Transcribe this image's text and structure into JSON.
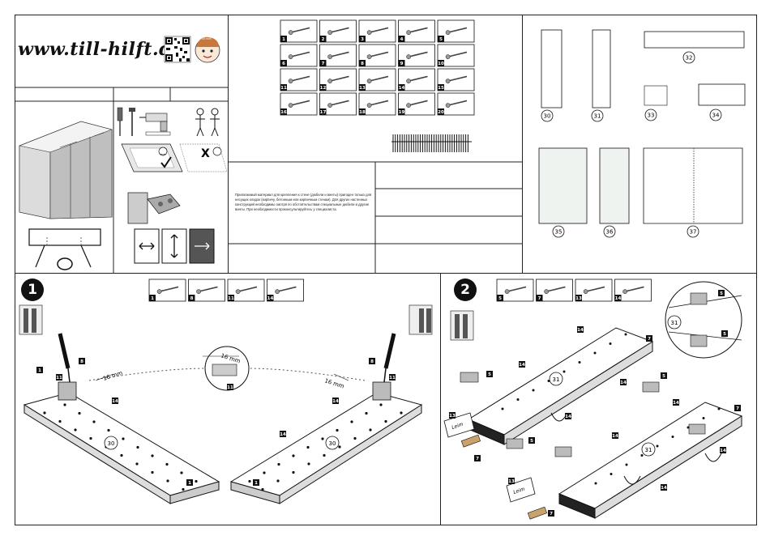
{
  "header": {
    "url": "www.till-hilft.de",
    "logo": "till-mascot-logo",
    "qr": "qr-code-icon"
  },
  "note": {
    "text": "Прилагаемый материал для крепления к стене (дюбели и винты) пригоден только для несущих кладок (кирпичу, бетонным или кирпичным стенам). Для других настенных конструкций необходимы смотря по обстоятельствам специальные дюбели и другие винты. При необходимости проконсультируйтесь у специалиста."
  },
  "hardware_parts": [
    "1",
    "2",
    "3",
    "4",
    "5",
    "6",
    "7",
    "8",
    "9",
    "10",
    "11",
    "12",
    "13",
    "14",
    "15",
    "16",
    "17",
    "18",
    "19",
    "20"
  ],
  "panel_parts": {
    "p30": "30",
    "p31": "31",
    "p32": "32",
    "p33": "33",
    "p34": "34",
    "p35": "35",
    "p36": "36",
    "p37": "37"
  },
  "step1": {
    "number": "1",
    "parts": [
      "1",
      "8",
      "11",
      "14"
    ],
    "dim_16mm_a": "16 mm",
    "dim_16mm_b": "16 mm",
    "dim_16mm_c": "16 mm",
    "label_30a": "30",
    "label_30b": "30",
    "callouts": {
      "c1": "1",
      "c8": "8",
      "c11": "11",
      "c14": "14"
    }
  },
  "step2": {
    "number": "2",
    "parts": [
      "5",
      "7",
      "13",
      "14"
    ],
    "label_31a": "31",
    "label_31b": "31",
    "label_31c": "31",
    "leim_a": "Leim",
    "leim_b": "Leim",
    "callouts": {
      "c5": "5",
      "c7": "7",
      "c13": "13",
      "c14": "14"
    }
  }
}
